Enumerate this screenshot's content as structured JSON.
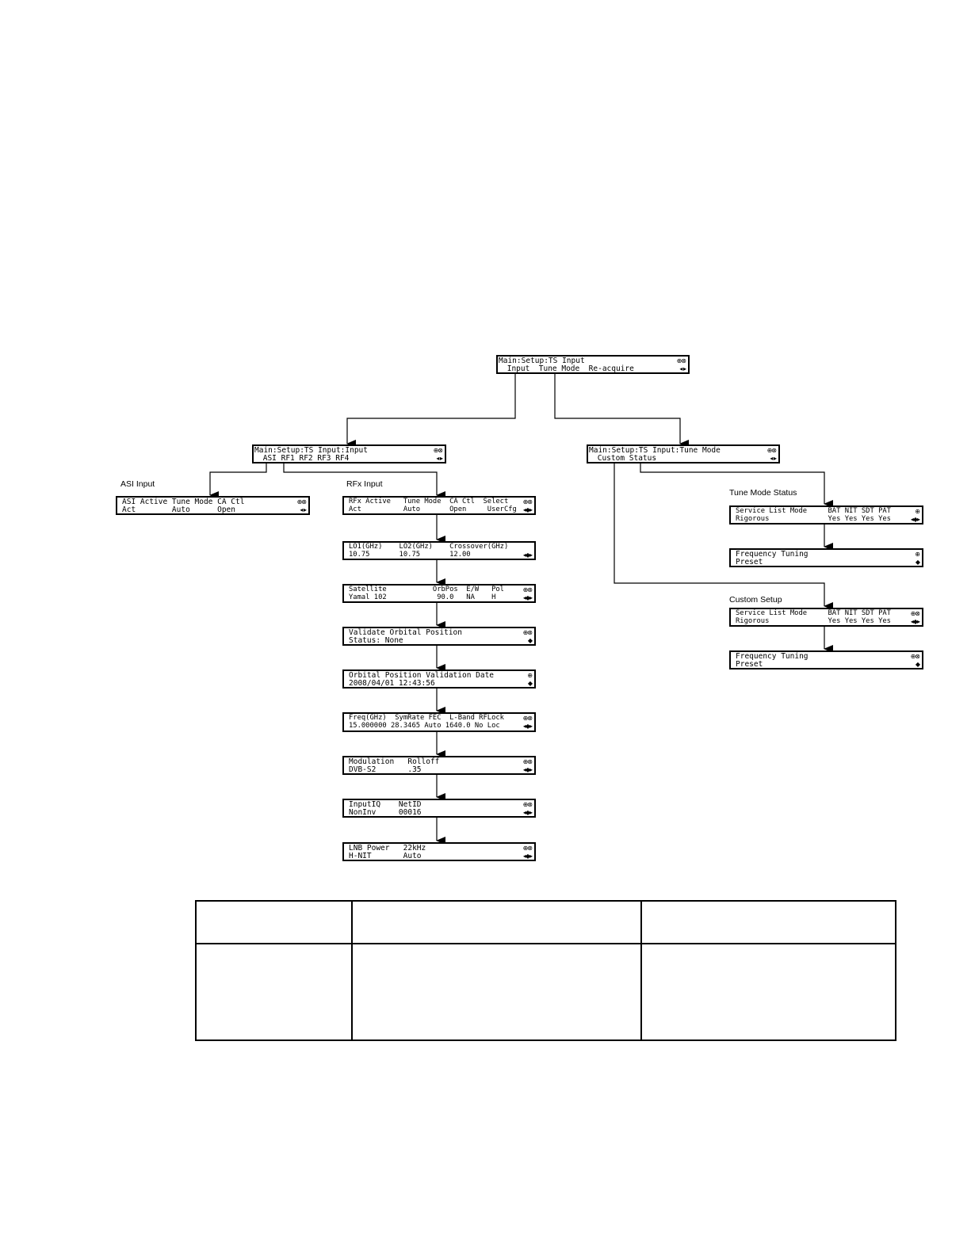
{
  "screens": {
    "ts_input": {
      "line1": "Main:Setup:TS Input",
      "line2": " Input  Tune Mode  Re-acquire",
      "ind1": "⊕⊗",
      "ind2": "◂ ▸"
    },
    "input": {
      "line1": "Main:Setup:TS Input:Input",
      "line2": " ASI RF1 RF2 RF3 RF4",
      "ind1": "⊕⊗",
      "ind2": "◂ ▸"
    },
    "tune_mode": {
      "line1": "Main:Setup:TS Input:Tune Mode",
      "line2": " Custom Status",
      "ind1": "⊕⊗",
      "ind2": "◂ ▸"
    },
    "asi": {
      "line1": "ASI Active Tune Mode CA Ctl",
      "line2": "Act        Auto      Open",
      "ind1": "⊕⊗",
      "ind2": "◂ ▸"
    },
    "rfx": {
      "line1": "RFx Active   Tune Mode  CA Ctl  Select",
      "line2": "Act          Auto       Open     UserCfg",
      "ind1": "⊕⊗",
      "ind2": "◂◆▸"
    },
    "lo": {
      "line1": "LO1(GHz)    LO2(GHz)    Crossover(GHz)",
      "line2": "10.75       10.75       12.00",
      "ind1": "",
      "ind2": "◂◆▸"
    },
    "satellite": {
      "line1": "Satellite           OrbPos  E/W   Pol",
      "line2": "Yamal 102            90.0   NA    H",
      "ind1": "⊕⊗",
      "ind2": "◂◆▸"
    },
    "validate": {
      "line1": "Validate Orbital Position",
      "line2": "Status: None",
      "ind1": "⊕⊗",
      "ind2": "◆"
    },
    "valdate": {
      "line1": "Orbital Position Validation Date",
      "line2": "2008/04/01 12:43:56",
      "ind1": "⊕",
      "ind2": "◆"
    },
    "freq": {
      "line1": "Freq(GHz)  SymRate FEC  L-Band RFLock",
      "line2": "15.000000 28.3465 Auto 1640.0 No Loc",
      "ind1": "⊕⊗",
      "ind2": "◂◆▸"
    },
    "modulation": {
      "line1": "Modulation   Rolloff",
      "line2": "DVB-S2       .35",
      "ind1": "⊕⊗",
      "ind2": "◂◆▸"
    },
    "inputiq": {
      "line1": "InputIQ    NetID",
      "line2": "NonInv     00016",
      "ind1": "⊕⊗",
      "ind2": "◂◆▸"
    },
    "lnb": {
      "line1": "LNB Power   22kHz",
      "line2": "H-NIT       Auto",
      "ind1": "⊕⊗",
      "ind2": "◂◆▸"
    },
    "tms_service": {
      "line1": "Service List Mode     BAT NIT SDT PAT",
      "line2": "Rigorous              Yes Yes Yes Yes",
      "ind1": "⊕",
      "ind2": "◂◆▸"
    },
    "tms_freq": {
      "line1": "Frequency Tuning",
      "line2": "Preset",
      "ind1": "⊕",
      "ind2": "◆"
    },
    "cs_service": {
      "line1": "Service List Mode     BAT NIT SDT PAT",
      "line2": "Rigorous              Yes Yes Yes Yes",
      "ind1": "⊕⊗",
      "ind2": "◂◆▸"
    },
    "cs_freq": {
      "line1": "Frequency Tuning",
      "line2": "Preset",
      "ind1": "⊕⊗",
      "ind2": "◆"
    }
  },
  "labels": {
    "asi_input": "ASI Input",
    "rfx_input": "RFx Input",
    "tune_mode_status": "Tune Mode Status",
    "custom_setup": "Custom Setup"
  }
}
